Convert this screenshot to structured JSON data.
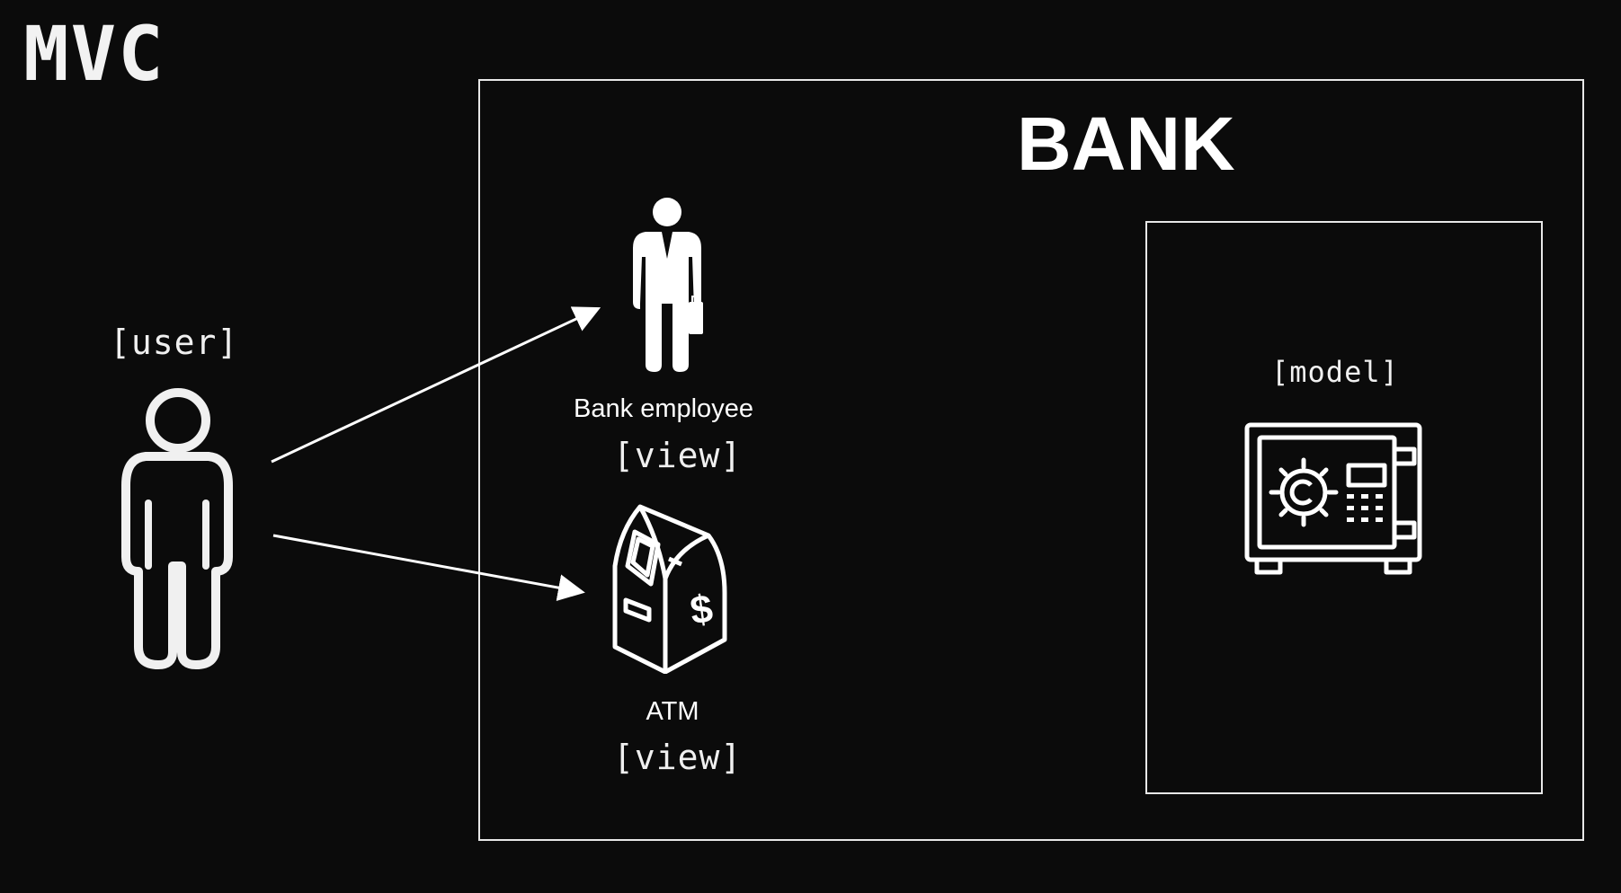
{
  "title": "MVC",
  "bank": {
    "title": "BANK"
  },
  "user": {
    "label": "[user]",
    "icon": "user-icon"
  },
  "views": [
    {
      "name": "Bank employee",
      "role": "[view]",
      "icon": "bank-employee-icon"
    },
    {
      "name": "ATM",
      "role": "[view]",
      "icon": "atm-icon"
    }
  ],
  "model": {
    "label": "[model]",
    "icon": "safe-icon"
  },
  "colors": {
    "background": "#0b0b0b",
    "foreground": "#ffffff"
  }
}
